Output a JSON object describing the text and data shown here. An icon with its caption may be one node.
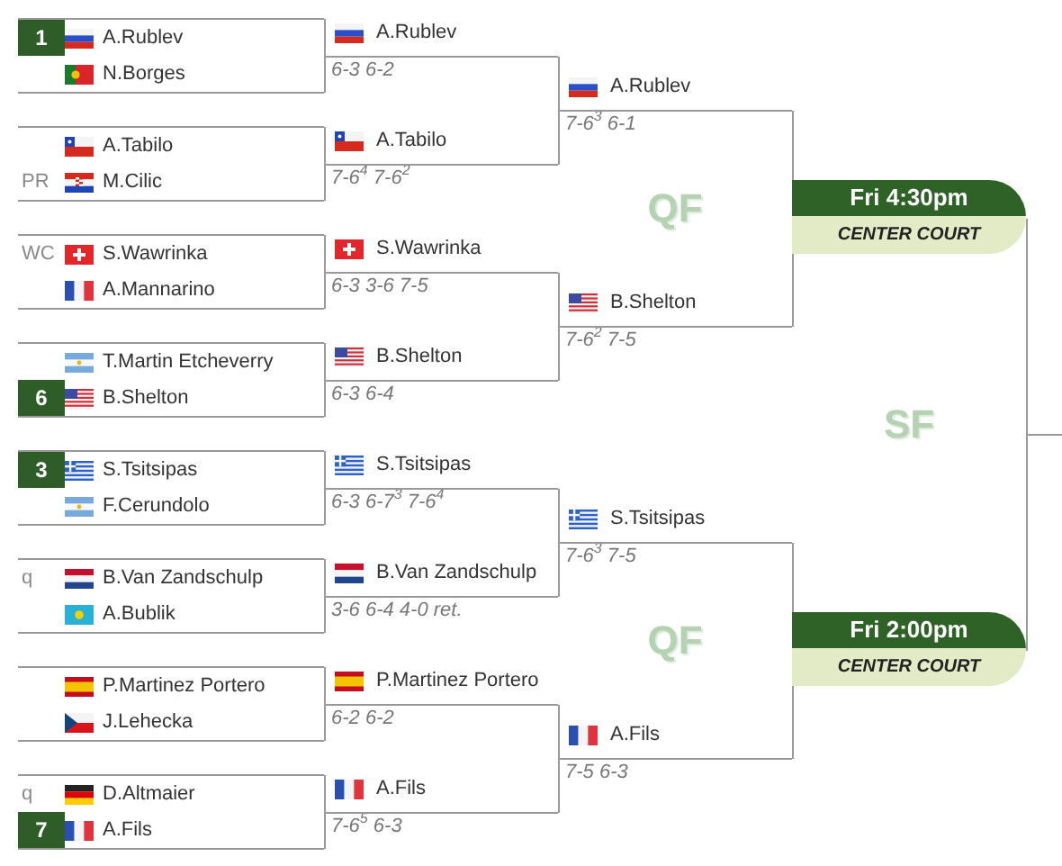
{
  "diagram": {
    "nodes": [
      {
        "text": [
          "A.Rublev"
        ]
      },
      {
        "text": [
          "1"
        ],
        "in": 0
      },
      {
        "text": [
          "N.Borges"
        ]
      },
      {
        "text": [
          "A.Tabilo"
        ]
      },
      {
        "text": [
          "PR",
          "M.Cilic"
        ]
      },
      {
        "text": [
          "WC",
          "S.Wawrinka"
        ]
      },
      {
        "text": [
          "A.Mannarino"
        ]
      },
      {
        "text": [
          "T.Martin Etcheverry"
        ]
      },
      {
        "text": [
          "B.Shelton"
        ]
      },
      {
        "text": [
          "6"
        ],
        "in": 8
      },
      {
        "text": [
          "S.Tsitsipas"
        ]
      },
      {
        "text": [
          "3"
        ],
        "in": 10
      },
      {
        "text": [
          "F.Cerundolo"
        ]
      },
      {
        "text": [
          "q",
          "B.Van Zandschulp"
        ]
      },
      {
        "text": [
          "A.Bublik"
        ]
      },
      {
        "text": [
          "P.Martinez Portero"
        ]
      },
      {
        "text": [
          "J.Lehecka"
        ]
      },
      {
        "text": [
          "q",
          "D.Altmaier"
        ]
      },
      {
        "text": [
          "A.Fils"
        ]
      },
      {
        "text": [
          "7"
        ],
        "in": 18
      },
      {
        "text": [
          "A.Rublev"
        ],
        "beside": [
          "6-3 6-2"
        ]
      },
      {
        "text": [
          "A.Tabilo"
        ],
        "beside": [
          "7-6$^{4}$ 7-6$^{2}$"
        ]
      },
      {
        "text": [
          "S.Wawrinka"
        ],
        "beside": [
          "6-3 3-6 7-5"
        ]
      },
      {
        "text": [
          "B.Shelton"
        ],
        "beside": [
          "6-3 6-4"
        ]
      },
      {
        "text": [
          "S.Tsitsipas"
        ],
        "beside": [
          "6-3 6-7$^{3}$ 7-6$^{4}$"
        ]
      },
      {
        "text": [
          "B.Van Zandschulp"
        ],
        "beside": [
          "3-6 6-4 4-0 ret."
        ]
      },
      {
        "text": [
          "P.Martinez Portero"
        ],
        "beside": [
          "6-2 6-2"
        ]
      },
      {
        "text": [
          "A.Fils"
        ],
        "beside": [
          "7-6$^{5}$ 6-3"
        ]
      },
      {
        "text": [
          "A.Rublev"
        ],
        "beside": [
          "7-6$^{3}$ 6-1"
        ]
      },
      {
        "text": [
          "B.Shelton"
        ],
        "beside": [
          "7-6$^{2}$ 7-5"
        ]
      },
      {
        "text": [
          "S.Tsitsipas"
        ],
        "beside": [
          "7-6$^{3}$ 7-5"
        ]
      },
      {
        "text": [
          "A.Fils"
        ],
        "beside": [
          "7-5 6-3"
        ]
      },
      {
        "text": [
          "Fri 4:30pm",
          "CENTER COURT"
        ]
      },
      {
        "text": [
          "Fri 2:00pm",
          "CENTER COURT"
        ]
      }
    ],
    "edges": [
      {
        "from": 0,
        "to": 20,
        "arrow": "none"
      },
      {
        "from": 2,
        "to": 20,
        "arrow": "none"
      },
      {
        "from": 3,
        "to": 21,
        "arrow": "none"
      },
      {
        "from": 4,
        "to": 21,
        "arrow": "none"
      },
      {
        "from": 5,
        "to": 22,
        "arrow": "none"
      },
      {
        "from": 6,
        "to": 22,
        "arrow": "none"
      },
      {
        "from": 7,
        "to": 23,
        "arrow": "none"
      },
      {
        "from": 8,
        "to": 23,
        "arrow": "none"
      },
      {
        "from": 10,
        "to": 24,
        "arrow": "none"
      },
      {
        "from": 12,
        "to": 24,
        "arrow": "none"
      },
      {
        "from": 13,
        "to": 25,
        "arrow": "none"
      },
      {
        "from": 14,
        "to": 25,
        "arrow": "none"
      },
      {
        "from": 15,
        "to": 26,
        "arrow": "none"
      },
      {
        "from": 16,
        "to": 26,
        "arrow": "none"
      },
      {
        "from": 17,
        "to": 27,
        "arrow": "none"
      },
      {
        "from": 18,
        "to": 27,
        "arrow": "none"
      },
      {
        "from": 20,
        "to": 28,
        "arrow": "none"
      },
      {
        "from": 21,
        "to": 28,
        "arrow": "none"
      },
      {
        "from": 22,
        "to": 29,
        "arrow": "none"
      },
      {
        "from": 23,
        "to": 29,
        "arrow": "none"
      },
      {
        "from": 24,
        "to": 30,
        "arrow": "none"
      },
      {
        "from": 25,
        "to": 30,
        "arrow": "none"
      },
      {
        "from": 26,
        "to": 31,
        "arrow": "none"
      },
      {
        "from": 27,
        "to": 31,
        "arrow": "none"
      },
      {
        "from": 28,
        "to": 32,
        "arrow": "none"
      },
      {
        "from": 29,
        "to": 32,
        "arrow": "none"
      },
      {
        "from": 30,
        "to": 33,
        "arrow": "none"
      },
      {
        "from": 31,
        "to": 33,
        "arrow": "none"
      },
      {
        "from": 32,
        "to": null,
        "arrow": "none"
      },
      {
        "from": 33,
        "to": null,
        "arrow": "none"
      }
    ],
    "labels": [
      "QF",
      "SF",
      "QF"
    ]
  }
}
